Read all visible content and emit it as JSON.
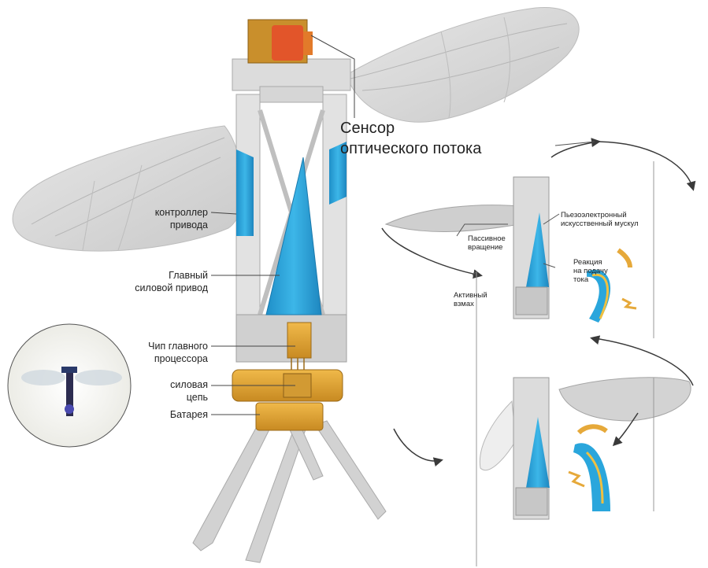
{
  "labels": {
    "sensor_line1": "Сенсор",
    "sensor_line2": "оптического потока",
    "controller_line1": "контроллер",
    "controller_line2": "привода",
    "main_drive_line1": "Главный",
    "main_drive_line2": "силовой привод",
    "chip_line1": "Чип главного",
    "chip_line2": "процессора",
    "power_line1": "силовая",
    "power_line2": "цепь",
    "battery": "Батарея"
  },
  "inset_labels": {
    "piezo_line1": "Пьезоэлектронный",
    "piezo_line2": "искусственный мускул",
    "passive_line1": "Пассивное",
    "passive_line2": "вращение",
    "reaction_line1": "Реакция",
    "reaction_line2": "на подачу",
    "reaction_line3": "тока",
    "active_line1": "Активный",
    "active_line2": "взмах"
  },
  "colors": {
    "frame": "#d9d9d9",
    "actuator_blue": "#2aa6dc",
    "gold": "#e6a93a",
    "wing": "#d4d4d4",
    "orange": "#e2552a",
    "arrow": "#3a3a3a"
  }
}
